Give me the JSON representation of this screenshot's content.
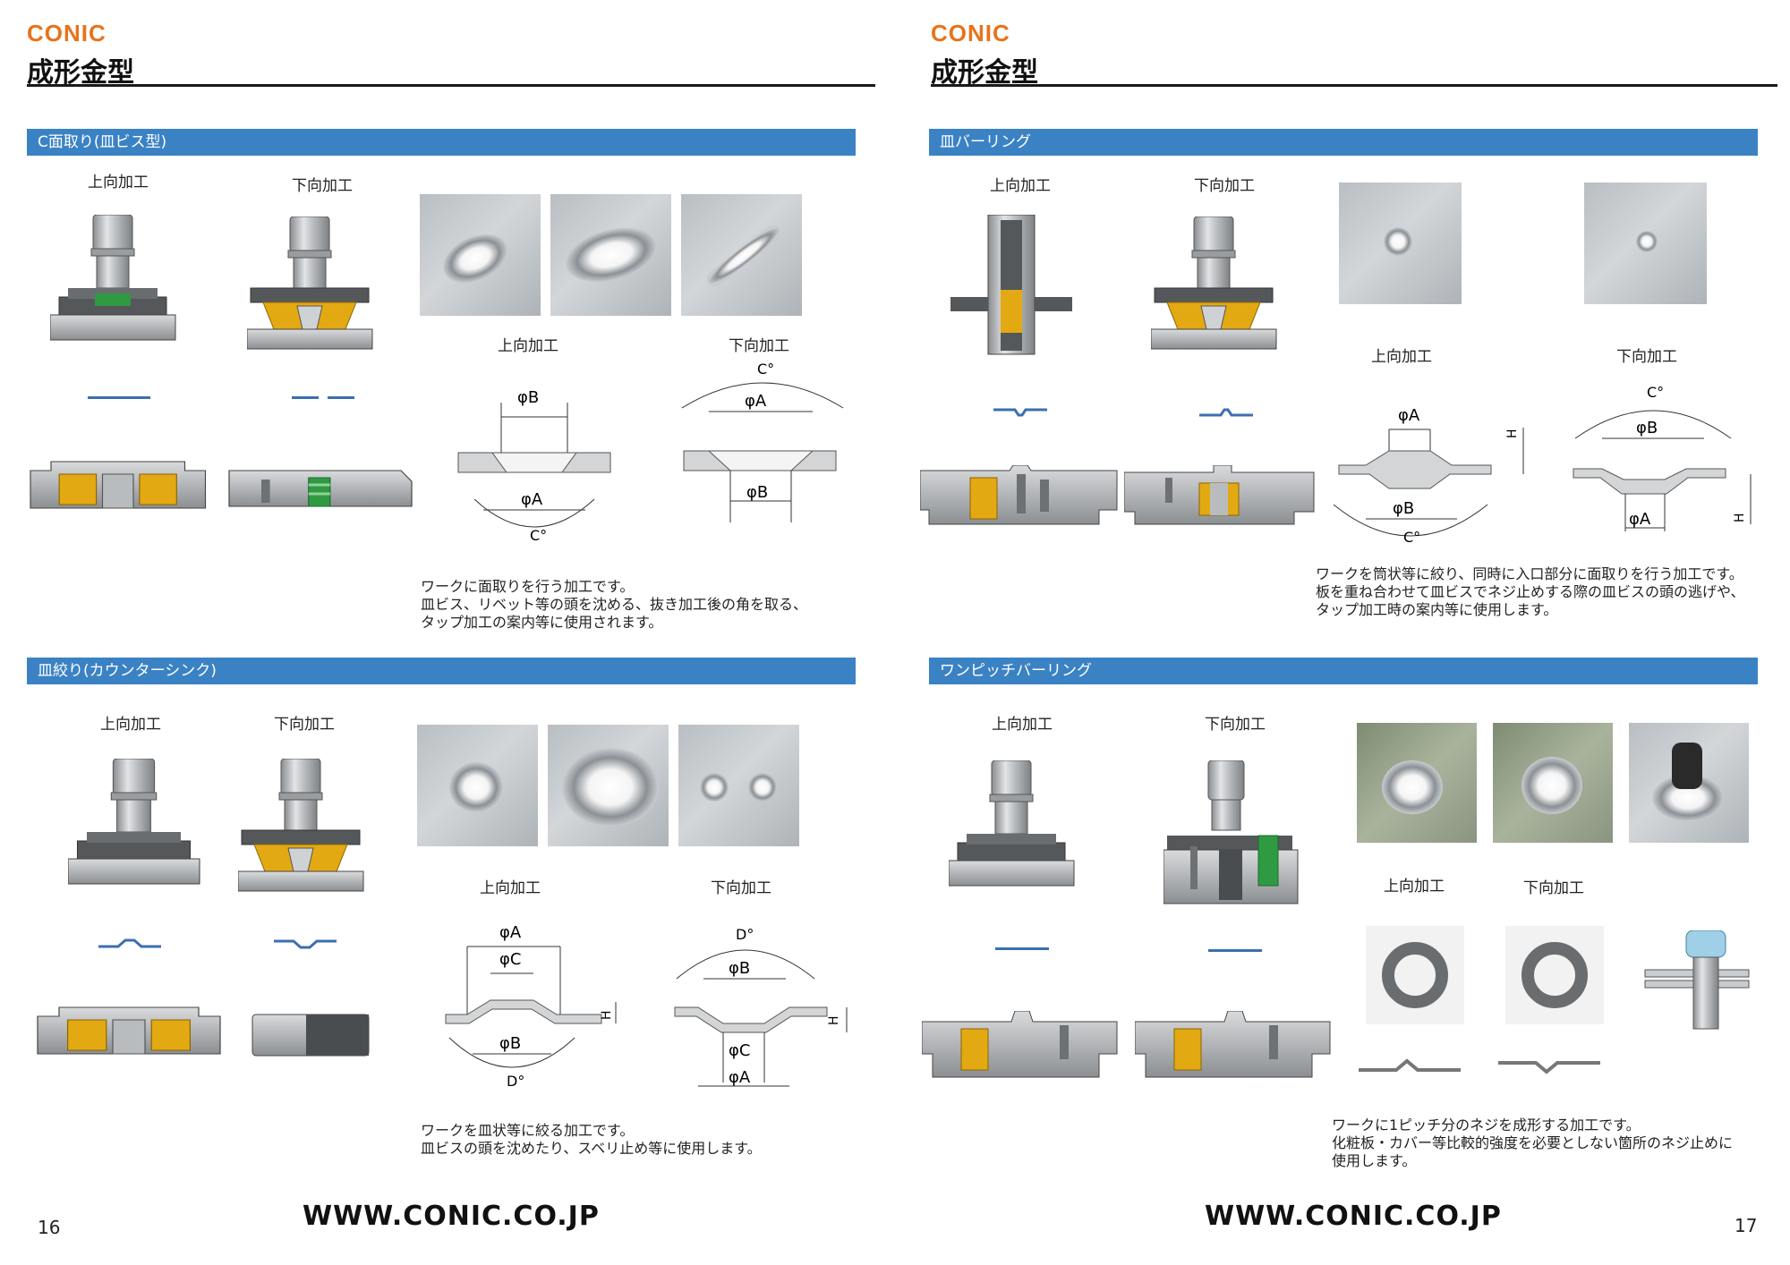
{
  "brand": {
    "logo_text": "CONIC"
  },
  "left_page": {
    "title": "成形金型",
    "page_number": "16",
    "url": "WWW.CONIC.CO.JP",
    "sections": [
      {
        "header": "C面取り(皿ビス型)",
        "tool_labels": [
          "上向加工",
          "下向加工"
        ],
        "diagram_labels": [
          "上向加工",
          "下向加工"
        ],
        "dims_up": [
          "φB",
          "φA",
          "C°"
        ],
        "dims_down": [
          "C°",
          "φA",
          "φB"
        ],
        "description": [
          "ワークに面取りを行う加工です。",
          "皿ビス、リベット等の頭を沈める、抜き加工後の角を取る、",
          "タップ加工の案内等に使用されます。"
        ]
      },
      {
        "header": "皿絞り(カウンターシンク)",
        "tool_labels": [
          "上向加工",
          "下向加工"
        ],
        "diagram_labels": [
          "上向加工",
          "下向加工"
        ],
        "dims_up": [
          "φA",
          "φC",
          "H",
          "φB",
          "D°"
        ],
        "dims_down": [
          "D°",
          "φB",
          "H",
          "φC",
          "φA"
        ],
        "description": [
          "ワークを皿状等に絞る加工です。",
          "皿ビスの頭を沈めたり、スベリ止め等に使用します。"
        ]
      }
    ]
  },
  "right_page": {
    "title": "成形金型",
    "page_number": "17",
    "url": "WWW.CONIC.CO.JP",
    "sections": [
      {
        "header": "皿バーリング",
        "tool_labels": [
          "上向加工",
          "下向加工"
        ],
        "diagram_labels": [
          "上向加工",
          "下向加工"
        ],
        "dims_up": [
          "φA",
          "H",
          "φB",
          "C°"
        ],
        "dims_down": [
          "C°",
          "φB",
          "φA",
          "H"
        ],
        "description": [
          "ワークを筒状等に絞り、同時に入口部分に面取りを行う加工です。",
          "板を重ね合わせて皿ビスでネジ止めする際の皿ビスの頭の逃げや、",
          "タップ加工時の案内等に使用します。"
        ]
      },
      {
        "header": "ワンピッチバーリング",
        "tool_labels": [
          "上向加工",
          "下向加工"
        ],
        "diagram_labels": [
          "上向加工",
          "下向加工"
        ],
        "description": [
          "ワークに1ピッチ分のネジを成形する加工です。",
          "化粧板・カバー等比較的強度を必要としない箇所のネジ止めに",
          "使用します。"
        ]
      }
    ]
  },
  "colors": {
    "accent": "#3b82c4",
    "logo": "#e8731a",
    "insert": "#e3a912",
    "spring": "#3aa34a"
  }
}
